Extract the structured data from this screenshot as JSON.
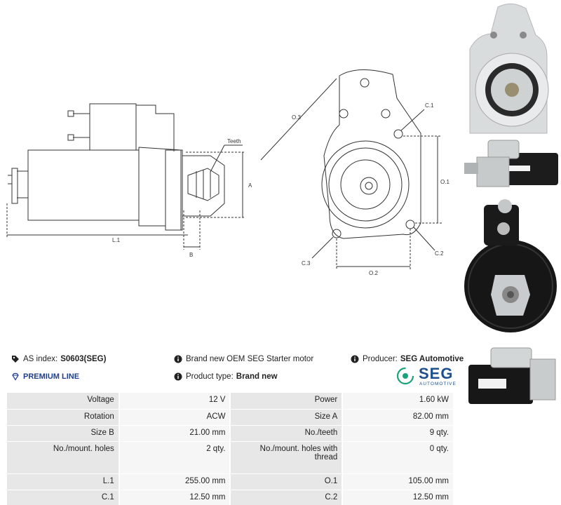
{
  "drawing": {
    "labels": {
      "teeth": "Teeth",
      "a": "A",
      "b": "B",
      "l1": "L.1",
      "o3": "O.3",
      "c1": "C.1",
      "o1": "O.1",
      "c2": "C.2",
      "c3": "C.3",
      "o2": "O.2"
    }
  },
  "info": {
    "as_index_label": "AS index:",
    "as_index_value": "S0603(SEG)",
    "premium_line": "PREMIUM LINE",
    "description": "Brand new OEM SEG Starter motor",
    "product_type_label": "Product type:",
    "product_type_value": "Brand new",
    "producer_label": "Producer:",
    "producer_value": "SEG Automotive",
    "logo_text": "SEG",
    "logo_subtext": "AUTOMOTIVE"
  },
  "specs": [
    {
      "l1": "Voltage",
      "v1": "12 V",
      "l2": "Power",
      "v2": "1.60 kW"
    },
    {
      "l1": "Rotation",
      "v1": "ACW",
      "l2": "Size A",
      "v2": "82.00 mm"
    },
    {
      "l1": "Size B",
      "v1": "21.00 mm",
      "l2": "No./teeth",
      "v2": "9 qty."
    },
    {
      "l1": "No./mount. holes",
      "v1": "2 qty.",
      "l2": "No./mount. holes with thread",
      "v2": "0 qty."
    },
    {
      "l1": "L.1",
      "v1": "255.00 mm",
      "l2": "O.1",
      "v2": "105.00 mm"
    },
    {
      "l1": "C.1",
      "v1": "12.50 mm",
      "l2": "C.2",
      "v2": "12.50 mm"
    }
  ],
  "colors": {
    "label_bg": "#e7e7e7",
    "value_bg": "#f6f6f6",
    "premium": "#1d3f91",
    "seg_green": "#1aa37a",
    "seg_blue": "#1d4f8f"
  }
}
